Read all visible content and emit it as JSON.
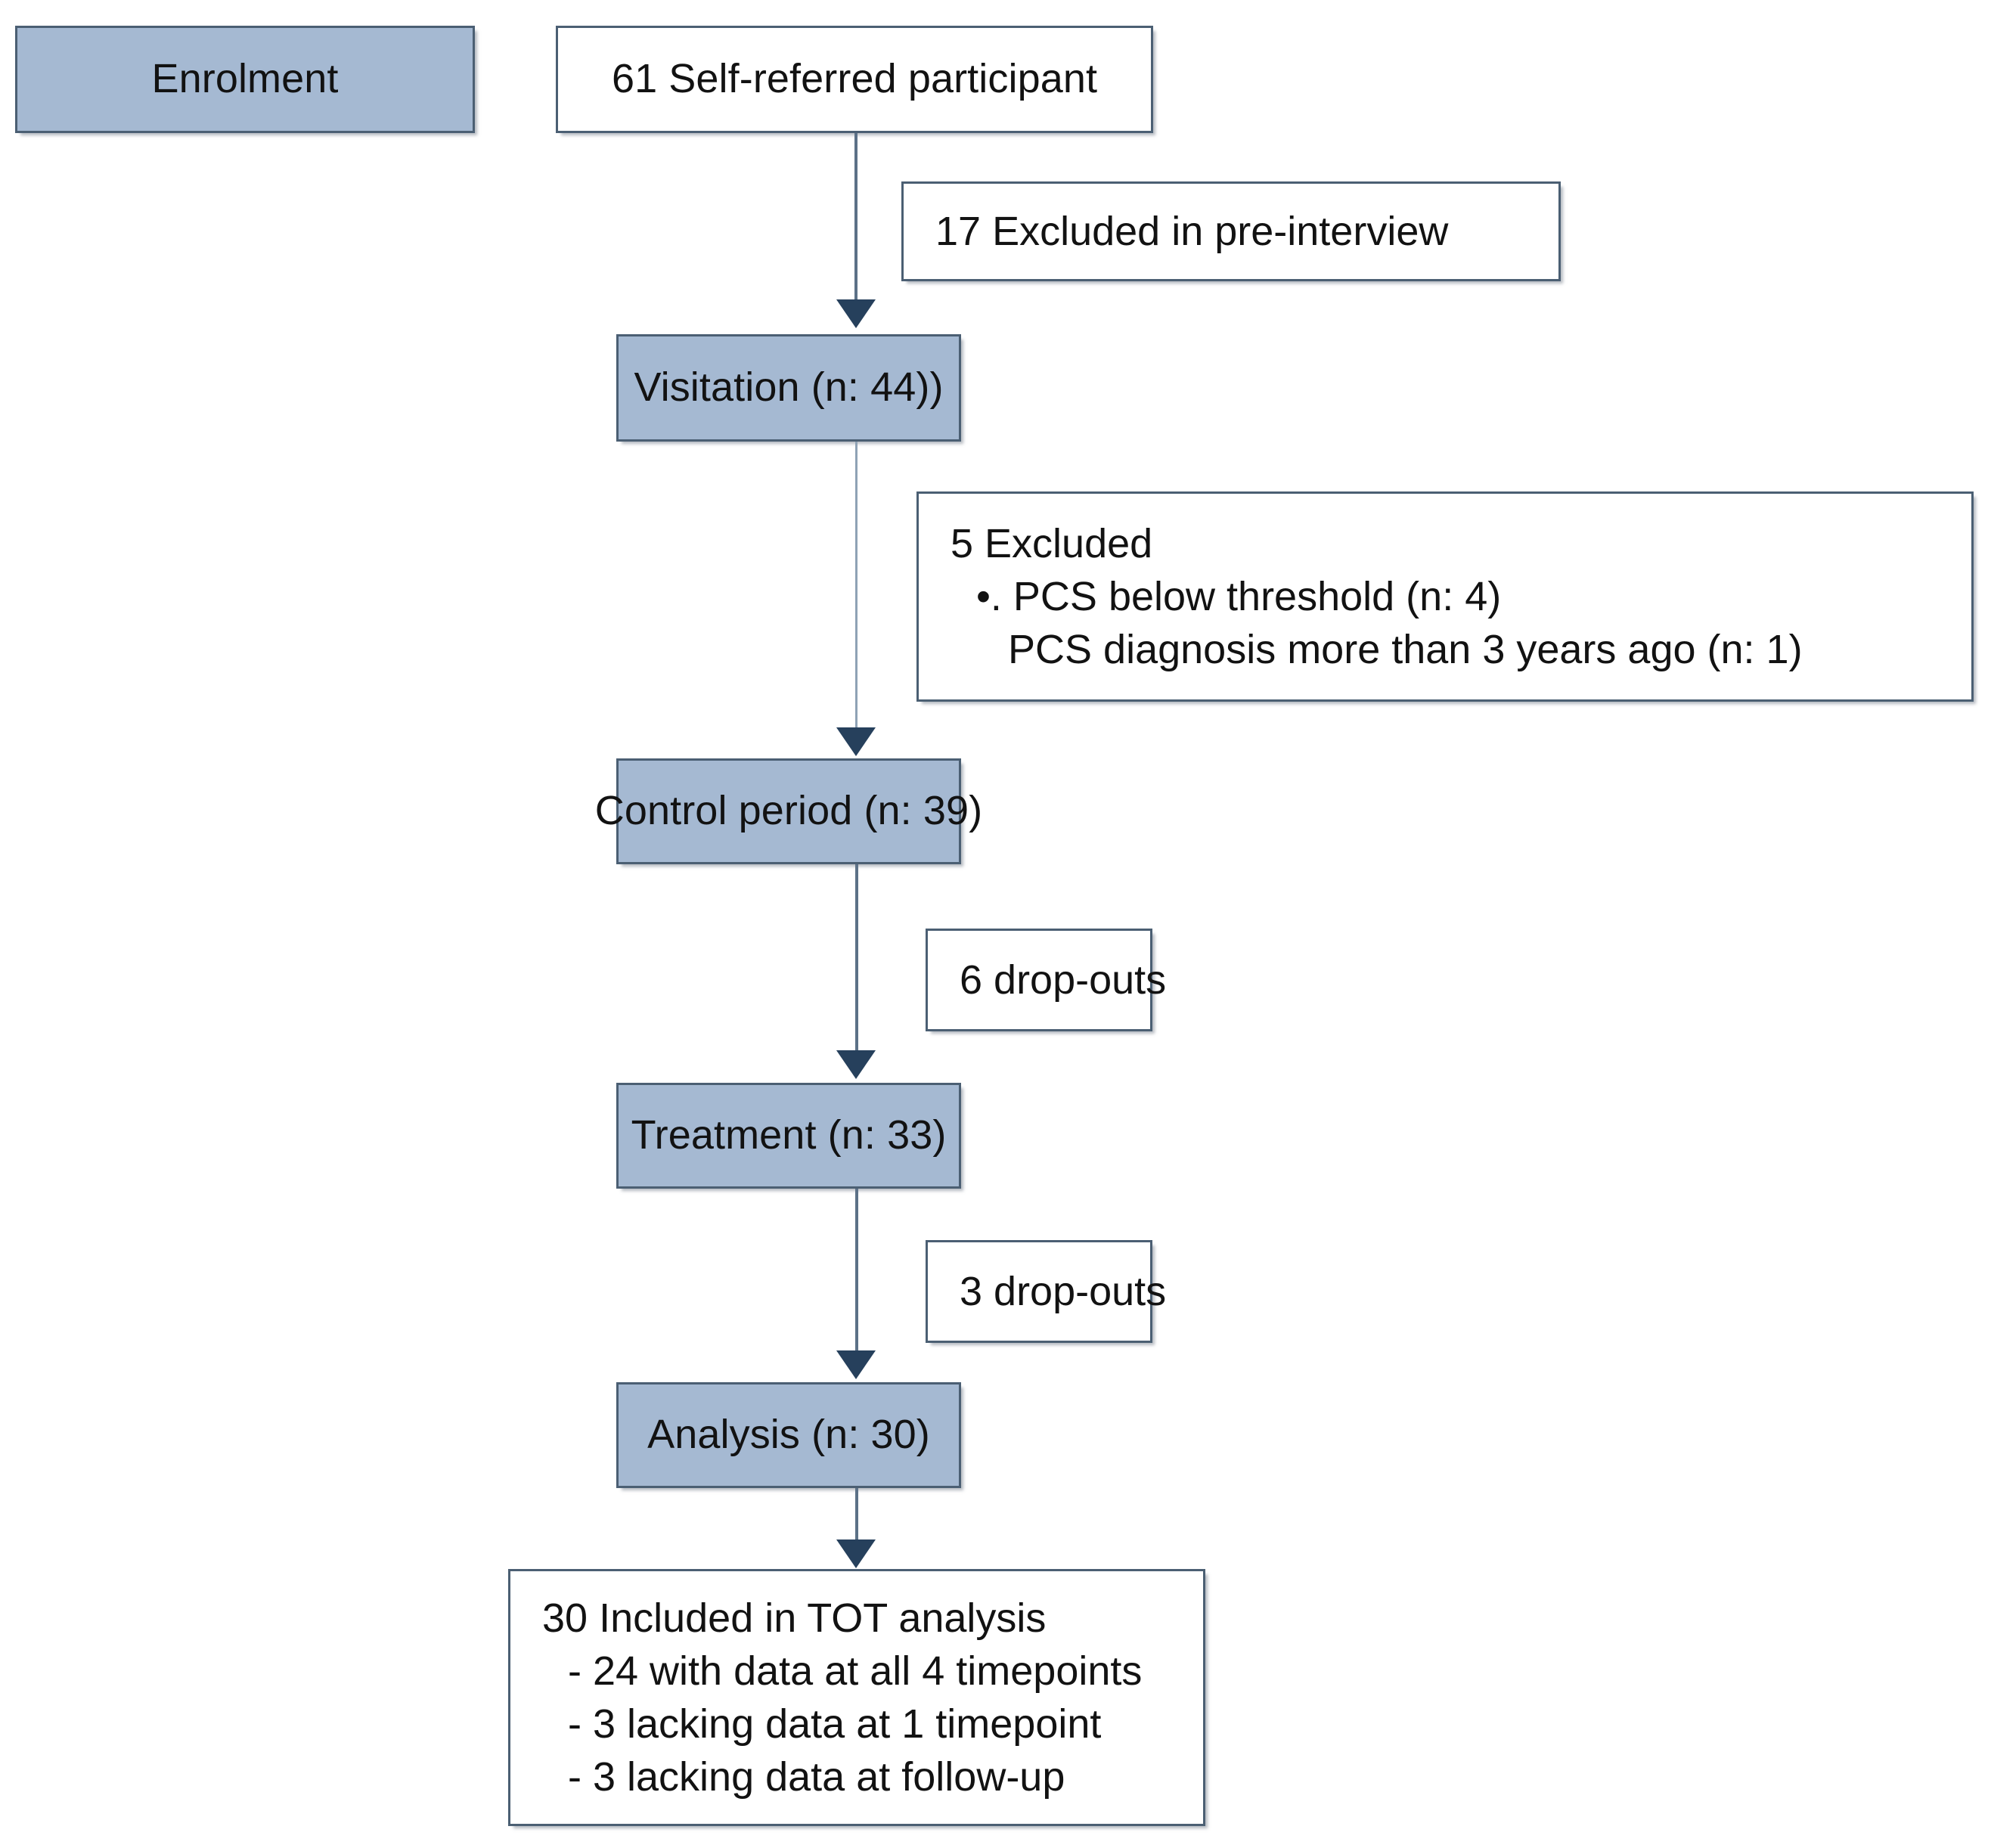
{
  "diagram": {
    "title": "CONSORT participant flow",
    "colors": {
      "box_fill": "#a5b9d2",
      "box_border": "#4b5f73",
      "connector": "#5c7187",
      "arrowhead": "#26405c",
      "background": "#ffffff",
      "text": "#121212"
    },
    "stage_label": "Enrolment",
    "nodes": {
      "enrolment_stage": {
        "label": "Enrolment"
      },
      "self_referred": {
        "label": "61 Self-referred participant"
      },
      "excluded_preinterview": {
        "label": "17 Excluded in pre-interview"
      },
      "visitation": {
        "label": "Visitation (n: 44))"
      },
      "excluded_five": {
        "heading": "5 Excluded",
        "bullet_1": "•. PCS below threshold (n: 4)",
        "bullet_2": "PCS diagnosis more than 3 years ago (n: 1)"
      },
      "control_period": {
        "label": "Control period (n: 39)"
      },
      "dropouts_six": {
        "label": "6 drop-outs"
      },
      "treatment": {
        "label": "Treatment (n: 33)"
      },
      "dropouts_three": {
        "label": "3 drop-outs"
      },
      "analysis": {
        "label": "Analysis (n: 30)"
      },
      "included_tot": {
        "heading": "30 Included in TOT analysis",
        "item_1": "-  24 with data at all 4 timepoints",
        "item_2": "-  3 lacking data at 1 timepoint",
        "item_3": "-  3 lacking data at follow-up"
      }
    }
  }
}
